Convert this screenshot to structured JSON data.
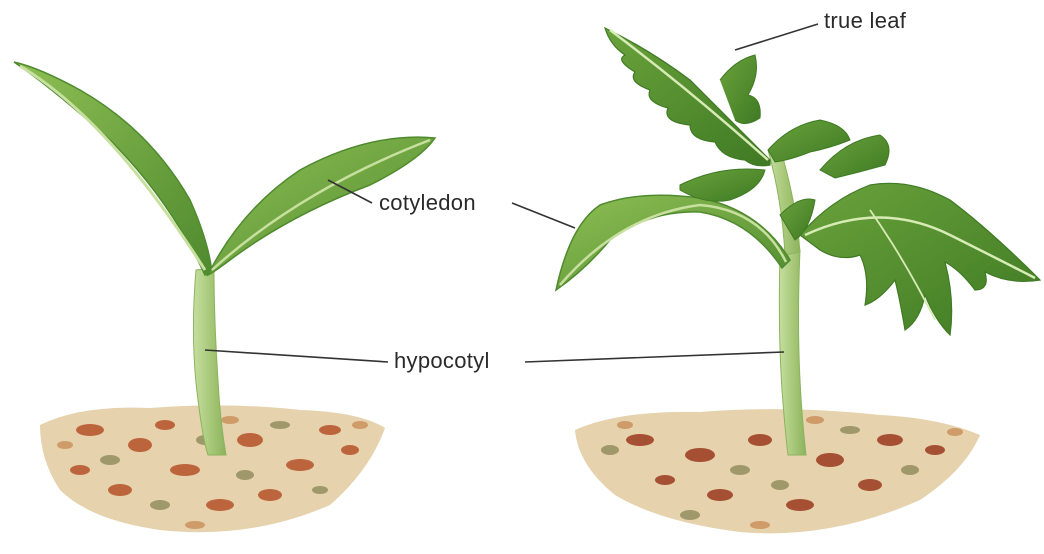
{
  "labels": {
    "true_leaf": "true leaf",
    "cotyledon": "cotyledon",
    "hypocotyl": "hypocotyl"
  },
  "colors": {
    "leaf_dark": "#4f8a2e",
    "leaf_mid": "#76a843",
    "leaf_light": "#b9d58a",
    "stem": "#a9c97a",
    "soil_brown": "#b5532a",
    "soil_tan": "#d9b98a",
    "soil_olive": "#8d8a5a",
    "leader_line": "#333333"
  },
  "icons": {
    "left_plant": "seedling-cotyledon-stage-icon",
    "right_plant": "seedling-true-leaf-stage-icon"
  }
}
